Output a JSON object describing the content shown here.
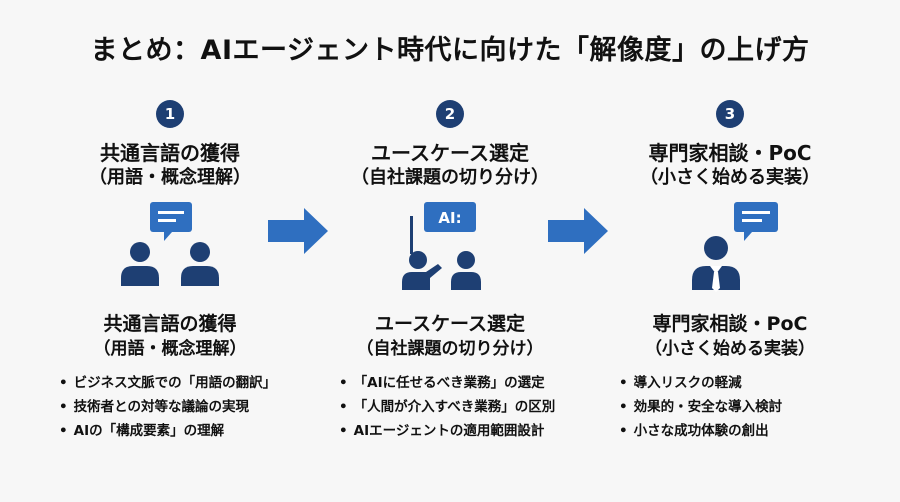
{
  "title": "まとめ：AIエージェント時代に向けた「解像度」の上げ方",
  "colors": {
    "accent": "#2f6fc0",
    "navy": "#1e3f73"
  },
  "steps": [
    {
      "number": "1",
      "heading": "共通言語の獲得",
      "heading_sub": "（用語・概念理解）",
      "label": "共通言語の獲得",
      "label_sub": "（用語・概念理解）",
      "icon": "two-people-chat-icon",
      "bullets": [
        "ビジネス文脈での「用語の翻訳」",
        "技術者との対等な議論の実現",
        "AIの「構成要素」の理解"
      ]
    },
    {
      "number": "2",
      "heading": "ユースケース選定",
      "heading_sub": "（自社課題の切り分け）",
      "label": "ユースケース選定",
      "label_sub": "（自社課題の切り分け）",
      "icon": "presenter-ai-icon",
      "icon_text": "AI:",
      "bullets": [
        "「AIに任せるべき業務」の選定",
        "「人間が介入すべき業務」の区別",
        "AIエージェントの適用範囲設計"
      ]
    },
    {
      "number": "3",
      "heading": "専門家相談・PoC",
      "heading_sub": "（小さく始める実装）",
      "label": "専門家相談・PoC",
      "label_sub": "（小さく始める実装）",
      "icon": "expert-consult-icon",
      "bullets": [
        "導入リスクの軽減",
        "効果的・安全な導入検討",
        "小さな成功体験の創出"
      ]
    }
  ]
}
